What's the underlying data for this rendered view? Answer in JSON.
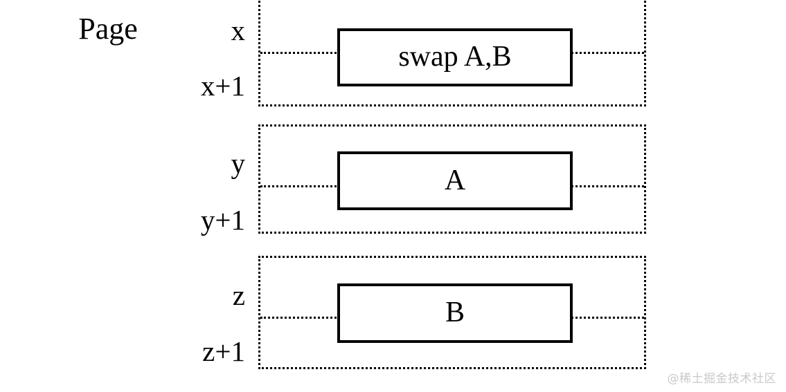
{
  "diagram": {
    "title": "Page",
    "caption_label": "Page",
    "background_color": "#ffffff",
    "line_color": "#000000",
    "frame_border_style": "dotted",
    "inner_box_border_style": "solid",
    "blocks": [
      {
        "id": "block-swap",
        "address_top": "x",
        "address_bottom": "x+1",
        "content": "swap A,B",
        "clipped_top": true
      },
      {
        "id": "block-a",
        "address_top": "y",
        "address_bottom": "y+1",
        "content": "A",
        "clipped_top": false
      },
      {
        "id": "block-b",
        "address_top": "z",
        "address_bottom": "z+1",
        "content": "B",
        "clipped_top": false
      }
    ]
  },
  "watermark": {
    "text": "@稀土掘金技术社区",
    "color": "#c9c9c9"
  }
}
